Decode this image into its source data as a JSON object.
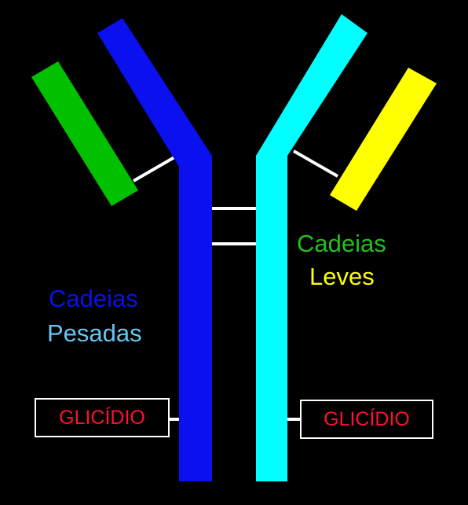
{
  "colors": {
    "background": "#000000",
    "heavy_chain_left": "#0a10ee",
    "heavy_chain_right": "#00ffff",
    "light_chain_left": "#00c000",
    "light_chain_right": "#ffff00",
    "bonds": "#ffffff",
    "glycan_text": "#ff1030"
  },
  "labels": {
    "heavy": {
      "line1": "Cadeias",
      "line2": "Pesadas"
    },
    "light": {
      "line1": "Cadeias",
      "line2": "Leves"
    }
  },
  "glycans": {
    "left": "GLICÍDIO",
    "right": "GLICÍDIO"
  }
}
